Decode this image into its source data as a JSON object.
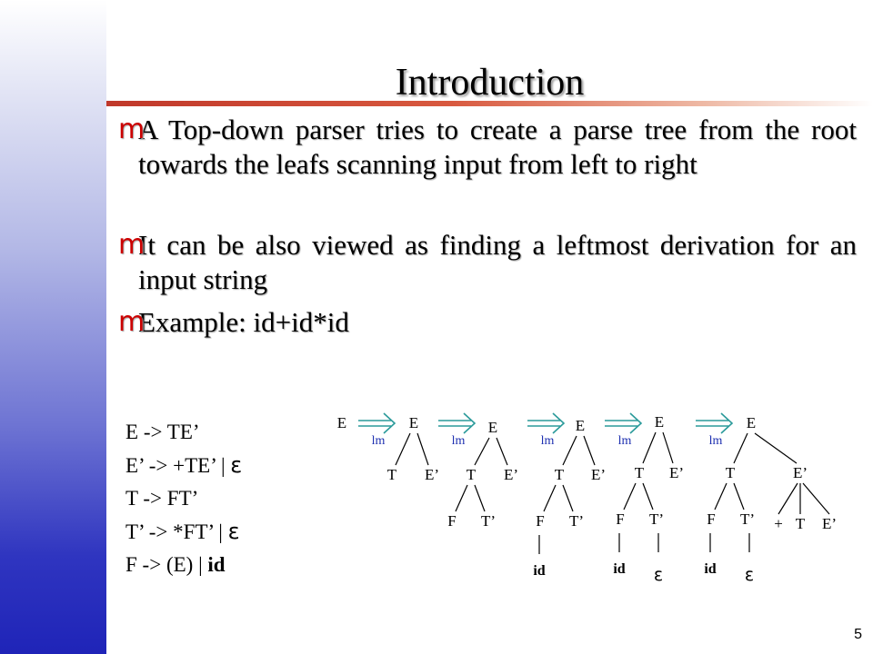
{
  "slide": {
    "title": "Introduction",
    "page_number": "5",
    "bullets": [
      {
        "text": "A Top-down parser tries to create a parse tree from the root towards the leafs scanning input from left to right"
      },
      {
        "text": "It can be also viewed as finding a leftmost derivation for an input string"
      },
      {
        "text": "Example:   id+id*id"
      }
    ],
    "bullet_marker": "m",
    "grammar": {
      "rules": [
        {
          "lhs": "E",
          "arrow": "->",
          "rhs": "TE’",
          "alt": "",
          "alt_bold": ""
        },
        {
          "lhs": "E’",
          "arrow": "->",
          "rhs": "+TE’",
          "alt": "ε",
          "alt_bold": ""
        },
        {
          "lhs": "T",
          "arrow": "->",
          "rhs": "FT’",
          "alt": "",
          "alt_bold": ""
        },
        {
          "lhs": "T’",
          "arrow": "->",
          "rhs": "*FT’",
          "alt": "ε",
          "alt_bold": ""
        },
        {
          "lhs": "F",
          "arrow": "->",
          "rhs": "(E)",
          "alt": "",
          "alt_bold": "id"
        }
      ]
    },
    "derivation": {
      "step_label": "lm",
      "colors": {
        "arrow": "#2a9a9a",
        "step_label": "#1d2fb0",
        "text": "#000000"
      },
      "trees": [
        {
          "root": "E",
          "children": []
        },
        {
          "root": "E",
          "children": [
            {
              "label": "T"
            },
            {
              "label": "E’"
            }
          ]
        },
        {
          "root": "E",
          "children": [
            {
              "label": "T",
              "children": [
                {
                  "label": "F"
                },
                {
                  "label": "T’"
                }
              ]
            },
            {
              "label": "E’"
            }
          ]
        },
        {
          "root": "E",
          "children": [
            {
              "label": "T",
              "children": [
                {
                  "label": "F",
                  "children": [
                    {
                      "label": "id",
                      "bold": true
                    }
                  ]
                },
                {
                  "label": "T’"
                }
              ]
            },
            {
              "label": "E’"
            }
          ]
        },
        {
          "root": "E",
          "children": [
            {
              "label": "T",
              "children": [
                {
                  "label": "F",
                  "children": [
                    {
                      "label": "id",
                      "bold": true
                    }
                  ]
                },
                {
                  "label": "T’",
                  "children": [
                    {
                      "label": "ε"
                    }
                  ]
                }
              ]
            },
            {
              "label": "E’"
            }
          ]
        },
        {
          "root": "E",
          "children": [
            {
              "label": "T",
              "children": [
                {
                  "label": "F",
                  "children": [
                    {
                      "label": "id",
                      "bold": true
                    }
                  ]
                },
                {
                  "label": "T’",
                  "children": [
                    {
                      "label": "ε"
                    }
                  ]
                }
              ]
            },
            {
              "label": "E’",
              "children": [
                {
                  "label": "+"
                },
                {
                  "label": "T"
                },
                {
                  "label": "E’"
                }
              ]
            }
          ]
        }
      ]
    }
  }
}
